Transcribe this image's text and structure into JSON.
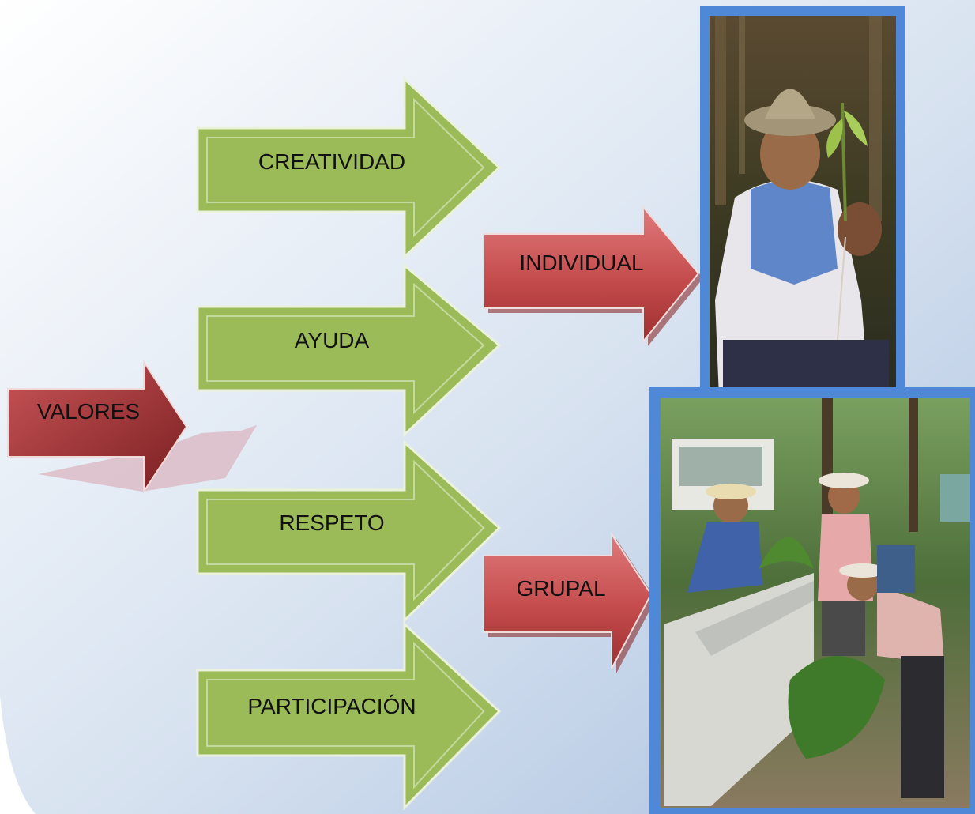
{
  "diagram": {
    "root": {
      "label": "VALORES"
    },
    "values": [
      {
        "label": "CREATIVIDAD"
      },
      {
        "label": "AYUDA"
      },
      {
        "label": "RESPETO"
      },
      {
        "label": "PARTICIPACIÓN"
      }
    ],
    "scopes": [
      {
        "label": "INDIVIDUAL"
      },
      {
        "label": "GRUPAL"
      }
    ]
  },
  "colors": {
    "green_arrow": "#9bbb59",
    "green_outline": "#c6dba0",
    "red_arrow_top": "#d9696b",
    "red_arrow_bottom": "#a03334",
    "photo_frame": "#4f88d6",
    "background_top": "#ffffff",
    "background_bottom": "#a9c0df"
  },
  "photos": [
    {
      "name": "farmer-holding-seedling-photo"
    },
    {
      "name": "men-loading-seedlings-truck-photo"
    }
  ]
}
